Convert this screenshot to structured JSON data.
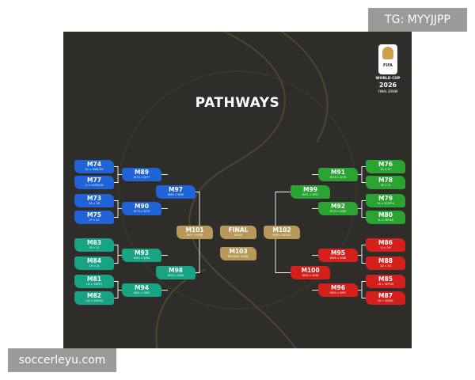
{
  "title": "PATHWAYS",
  "logo": {
    "fifa": "FIFA",
    "line1": "WORLD CUP",
    "line2": "2026",
    "line3": "FINAL DRAW"
  },
  "watermarks": {
    "top": "TG: MYYJJPP",
    "bottom": "soccerleyu.com"
  },
  "colors": {
    "blue": "#1f63d6",
    "teal": "#17a384",
    "green": "#2aa333",
    "red": "#d4201d",
    "gold": "#b8995a",
    "background": "#2e2d29",
    "connector": "#ffffff"
  },
  "bracket": {
    "left_r32": [
      {
        "code": "M74",
        "sub": "1E v 3ABCDF",
        "color": "blue"
      },
      {
        "code": "M77",
        "sub": "1I v 3CDFGH",
        "color": "blue"
      },
      {
        "code": "M73",
        "sub": "2A v 2B",
        "color": "blue"
      },
      {
        "code": "M75",
        "sub": "1F v 2C",
        "color": "blue"
      },
      {
        "code": "M83",
        "sub": "2K v 2L",
        "color": "teal"
      },
      {
        "code": "M84",
        "sub": "1H v 2J",
        "color": "teal"
      },
      {
        "code": "M81",
        "sub": "1D v 3BEFIJ",
        "color": "teal"
      },
      {
        "code": "M82",
        "sub": "1G v 3AEHIJ",
        "color": "teal"
      }
    ],
    "left_r16": [
      {
        "code": "M89",
        "sub": "W74 v W77",
        "color": "blue"
      },
      {
        "code": "M90",
        "sub": "W73 v W75",
        "color": "blue"
      },
      {
        "code": "M93",
        "sub": "W83 v W84",
        "color": "teal"
      },
      {
        "code": "M94",
        "sub": "W81 v W82",
        "color": "teal"
      }
    ],
    "left_qf": [
      {
        "code": "M97",
        "sub": "W89 v W90",
        "color": "blue"
      },
      {
        "code": "M98",
        "sub": "W93 v W94",
        "color": "teal"
      }
    ],
    "left_sf": {
      "code": "M101",
      "sub": "W97 v W98",
      "color": "gold"
    },
    "final": {
      "code": "FINAL",
      "sub": "M104",
      "color": "gold"
    },
    "third": {
      "code": "M103",
      "sub": "BRONZE FINAL",
      "color": "gold"
    },
    "right_sf": {
      "code": "M102",
      "sub": "W99 v W100",
      "color": "gold"
    },
    "right_qf": [
      {
        "code": "M99",
        "sub": "W91 v W92",
        "color": "green"
      },
      {
        "code": "M100",
        "sub": "W95 v W96",
        "color": "red"
      }
    ],
    "right_r16": [
      {
        "code": "M91",
        "sub": "W76 v W78",
        "color": "green"
      },
      {
        "code": "M92",
        "sub": "W79 v W80",
        "color": "green"
      },
      {
        "code": "M95",
        "sub": "W86 v W88",
        "color": "red"
      },
      {
        "code": "M96",
        "sub": "W85 v W87",
        "color": "red"
      }
    ],
    "right_r32": [
      {
        "code": "M76",
        "sub": "1C v 2F",
        "color": "green"
      },
      {
        "code": "M78",
        "sub": "2E v 2I",
        "color": "green"
      },
      {
        "code": "M79",
        "sub": "1A v 3CEFHI",
        "color": "green"
      },
      {
        "code": "M80",
        "sub": "1L v 3EHIJK",
        "color": "green"
      },
      {
        "code": "M86",
        "sub": "1J v 2H",
        "color": "red"
      },
      {
        "code": "M88",
        "sub": "2D v 2G",
        "color": "red"
      },
      {
        "code": "M85",
        "sub": "1B v 3EFGIJ",
        "color": "red"
      },
      {
        "code": "M87",
        "sub": "1K v 3DEIJL",
        "color": "red"
      }
    ]
  }
}
